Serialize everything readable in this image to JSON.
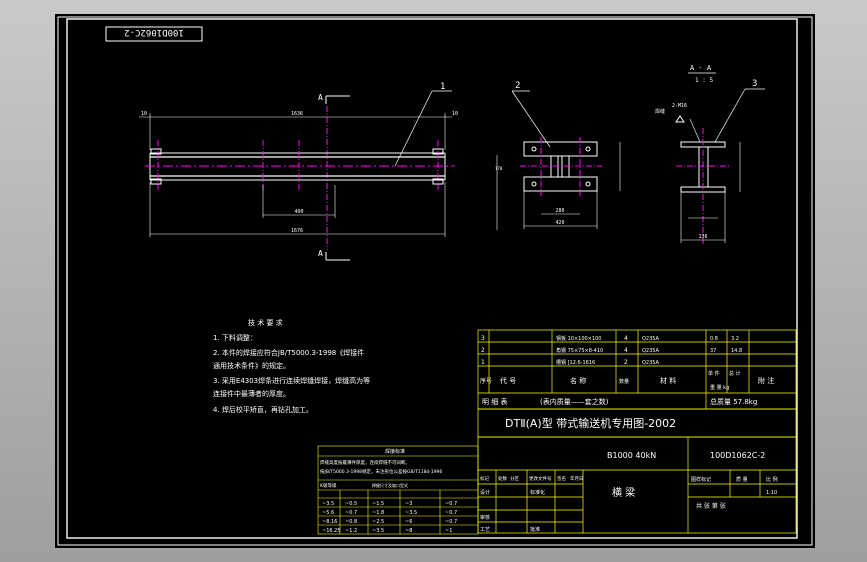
{
  "colors": {
    "sheet": "#000000",
    "border": "#ffffff",
    "table": "#ffff00",
    "part": "#00ffff",
    "center": "#ff00ff",
    "dim": "#00ff00",
    "white": "#ffffff"
  },
  "drawing_code_stamp": "100D1062C-2",
  "views": {
    "main_label_top": "A",
    "main_label_bottom": "A",
    "section_label": "A - A",
    "section_scale": "1 : 5",
    "balloon_1": "1",
    "balloon_2": "2",
    "balloon_3": "3",
    "dim_overall": "1636",
    "dim_inner": "1676",
    "dim_center": "400",
    "dim_end_left": "10",
    "dim_end_right": "10",
    "dim_plate_w": "280",
    "dim_plate_total": "420",
    "dim_sec_w": "136",
    "weld_note": "2-M16",
    "weld_label": "焊缝"
  },
  "notes": {
    "title": "技 术 要 求",
    "lines": [
      "1. 下料调整：",
      "2. 本件的焊接应符合JB/T5000.3-1998《焊接件",
      "   通用技术条件》的规定。",
      "3. 采用E4303焊条进行连续焊缝焊接，焊缝高为等",
      "   连接件中最薄者的厚度。",
      "4. 焊后校平矫直，再钻孔加工。"
    ]
  },
  "bom": {
    "rows": [
      {
        "no": "3",
        "code": "",
        "name": "钢板 10×100×100",
        "qty": "4",
        "mat": "Q235A",
        "unit": "0.8",
        "total": "3.2",
        "note": ""
      },
      {
        "no": "2",
        "code": "",
        "name": "角钢 75×75×8-410",
        "qty": "4",
        "mat": "Q235A",
        "unit": "37",
        "total": "14.8",
        "note": ""
      },
      {
        "no": "1",
        "code": "",
        "name": "槽钢 [12.6-1616",
        "qty": "2",
        "mat": "Q235A",
        "unit": "",
        "total": "",
        "note": ""
      }
    ],
    "header": {
      "no": "序号",
      "code": "代 号",
      "name": "名 称",
      "qty": "数量",
      "mat": "材 料",
      "weight": "单 件",
      "weight2": "总 计",
      "weight_unit": "重 量 kg",
      "note": "附 注"
    },
    "detail_label": "明 细 表",
    "detail_note": "(表内质量——套之数)",
    "total_weight": "总质量  57.8kg"
  },
  "title_block": {
    "series": "DTⅡ(A)型  带式输送机专用图-2002",
    "spec": "B1000 40kN",
    "drawing_no": "100D1062C-2",
    "part_name": "横  梁",
    "scale": "1:10",
    "scale_label": "比 例",
    "mark_label": "图样标记",
    "weight_label": "质 量",
    "sheet_label": "共    张  第    张",
    "approval_rows": [
      "标记",
      "处数",
      "分区",
      "更改文件号",
      "签名",
      "年月日"
    ],
    "roles": [
      "设计",
      "审核",
      "工艺",
      "标准化",
      "批准"
    ]
  },
  "weld_table": {
    "title": "焊接标准",
    "lines": [
      "焊缝高度按最薄件厚度，连续焊缝不可间断。",
      "按JB/T5000.3-1998规定，未注形位公差按GB/T1184-1996",
      "K级等级"
    ],
    "subtitle": "焊缝尺寸及坡口型式",
    "cols": [
      "",
      "",
      "",
      "",
      "",
      ""
    ],
    "rows": [
      [
        "~3.5",
        "~0.5",
        "~1.5",
        "~3",
        "~0.7",
        ""
      ],
      [
        "~5.6",
        "~0.7",
        "~1.8",
        "~3.5",
        "~0.7",
        ""
      ],
      [
        "~8.16",
        "~0.8",
        "~2.5",
        "~6",
        "~0.7",
        ""
      ],
      [
        "~16.25",
        "~1.2",
        "~3.5",
        "~8",
        "~1",
        ""
      ]
    ]
  }
}
